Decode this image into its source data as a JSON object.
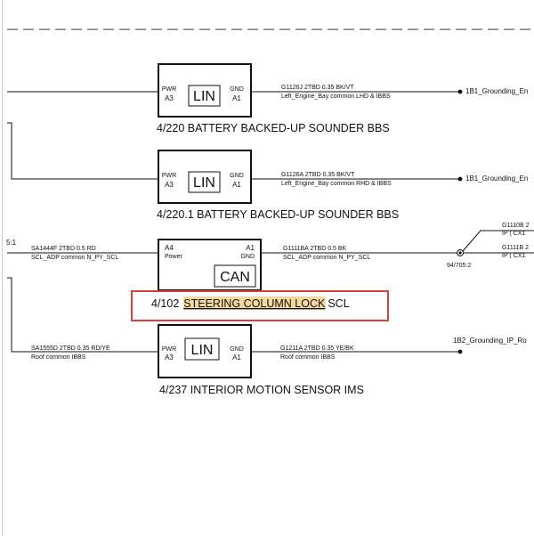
{
  "modules": [
    {
      "type": "LIN",
      "pin_left_name": "PWR",
      "pin_left_num": "A3",
      "pin_right_name": "GND",
      "pin_right_num": "A1",
      "wire_code": "G1126J  2TBD 0.35 BK/VT",
      "wire_desc": "Left_Engine_Bay  common   LHD & IBBS",
      "dest_label": "1B1_Grounding_En",
      "title": "4/220    BATTERY BACKED-UP SOUNDER BBS"
    },
    {
      "type": "LIN",
      "pin_left_name": "PWR",
      "pin_left_num": "A3",
      "pin_right_name": "GND",
      "pin_right_num": "A1",
      "wire_code": "G1126A  2TBD 0.35 BK/VT",
      "wire_desc": "Left_Engine_Bay  common   RHD & IBBS",
      "dest_label": "1B1_Grounding_En",
      "title": "4/220.1  BATTERY BACKED-UP SOUNDER BBS"
    },
    {
      "type": "CAN",
      "pin_left_name": "Power",
      "pin_left_num": "A4",
      "pin_right_name": "GND",
      "pin_right_num": "A1",
      "left_ref": "5:1",
      "left_wire_code": "SA1444F  2TBD 0.5 RD",
      "left_wire_desc": "SCL_ADP  common   N_PY_SCL",
      "wire_code": "G1111BA  2TBD 0.5 BK",
      "wire_desc": "SCL_ADP  common   N_PY_SCL",
      "splice_label": "94/705:2",
      "branch_top_code": "G1110B  2",
      "branch_top_desc": "IP  ( CX1",
      "branch_bot_code": "G1111B  2",
      "branch_bot_desc": "IP  ( CX1",
      "title_number": "4/102",
      "title_highlight": "STEERING COLUMN LOCK",
      "title_suffix": "SCL"
    },
    {
      "type": "LIN",
      "pin_left_name": "PWR",
      "pin_left_num": "A3",
      "pin_right_name": "GND",
      "pin_right_num": "A1",
      "left_wire_code": "SA1555D  2TBD 0.35 RD/YE",
      "left_wire_desc": "Roof  common   IBBS",
      "wire_code": "G1211A  2TBD 0.35 YE/BK",
      "wire_desc": "Roof  common   IBBS",
      "dest_label": "1B2_Grounding_IP_Ro",
      "title": "4/237 INTERIOR MOTION SENSOR IMS"
    }
  ],
  "colors": {
    "highlight_fill": "#f6d7a0",
    "highlight_box": "#d9403a",
    "line": "#111111"
  }
}
